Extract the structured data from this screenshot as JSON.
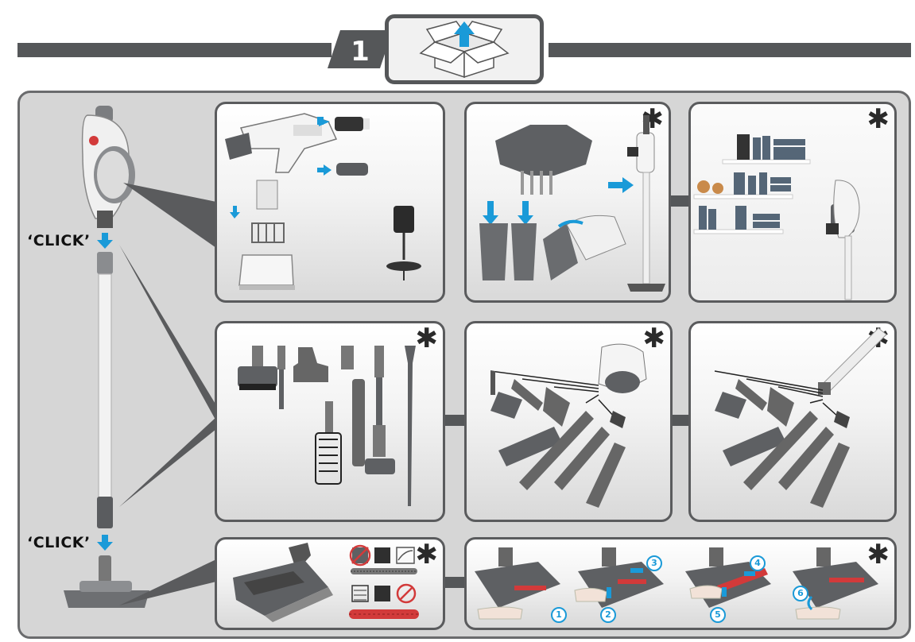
{
  "header": {
    "step_number": "1"
  },
  "labels": {
    "click_top": "‘CLICK’",
    "click_bottom": "‘CLICK’",
    "optional_mark": "✱"
  },
  "steps": {
    "n1": "1",
    "n2": "2",
    "n3": "3",
    "n4": "4",
    "n5": "5",
    "n6": "6"
  },
  "colors": {
    "bar": "#555759",
    "accent_blue": "#1a9ad8",
    "brush_red": "#d23a3a",
    "panel_border": "#5a5b5d"
  }
}
